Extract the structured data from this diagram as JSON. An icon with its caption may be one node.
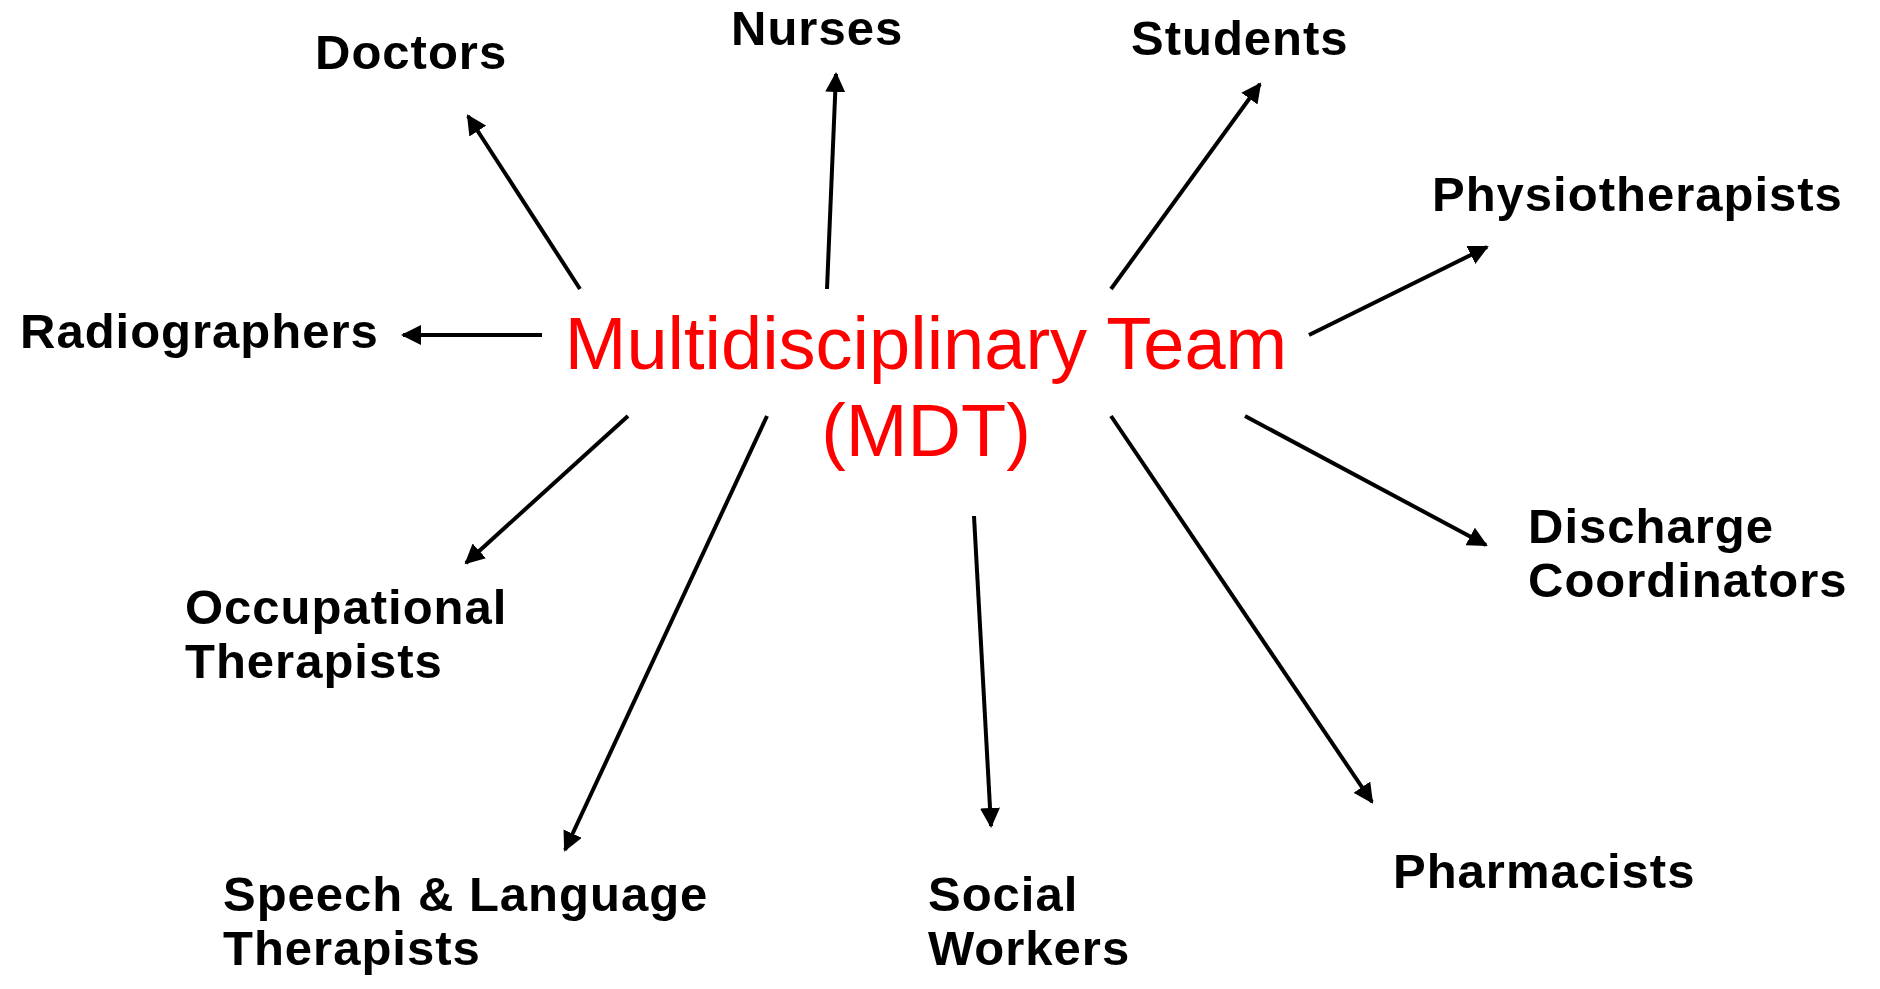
{
  "diagram": {
    "nodes": [
      {
        "text": [
          "Multidisciplinary Team (MDT)"
        ]
      },
      {
        "text": [
          "Doctors"
        ]
      },
      {
        "text": [
          "Nurses"
        ]
      },
      {
        "text": [
          "Students"
        ]
      },
      {
        "text": [
          "Physiotherapists"
        ]
      },
      {
        "text": [
          "Radiographers"
        ]
      },
      {
        "text": [
          "Discharge Coordinators"
        ]
      },
      {
        "text": [
          "Occupational Therapists"
        ]
      },
      {
        "text": [
          "Speech & Language Therapists"
        ]
      },
      {
        "text": [
          "Social Workers"
        ]
      },
      {
        "text": [
          "Pharmacists"
        ]
      }
    ],
    "edges": [
      {
        "from": 0,
        "to": 1,
        "arrow": "to"
      },
      {
        "from": 0,
        "to": 2,
        "arrow": "to"
      },
      {
        "from": 0,
        "to": 3,
        "arrow": "to"
      },
      {
        "from": 0,
        "to": 4,
        "arrow": "to"
      },
      {
        "from": 0,
        "to": 5,
        "arrow": "to"
      },
      {
        "from": 0,
        "to": 6,
        "arrow": "to"
      },
      {
        "from": 0,
        "to": 7,
        "arrow": "to"
      },
      {
        "from": 0,
        "to": 8,
        "arrow": "to"
      },
      {
        "from": 0,
        "to": 9,
        "arrow": "to"
      },
      {
        "from": 0,
        "to": 10,
        "arrow": "to"
      }
    ]
  }
}
